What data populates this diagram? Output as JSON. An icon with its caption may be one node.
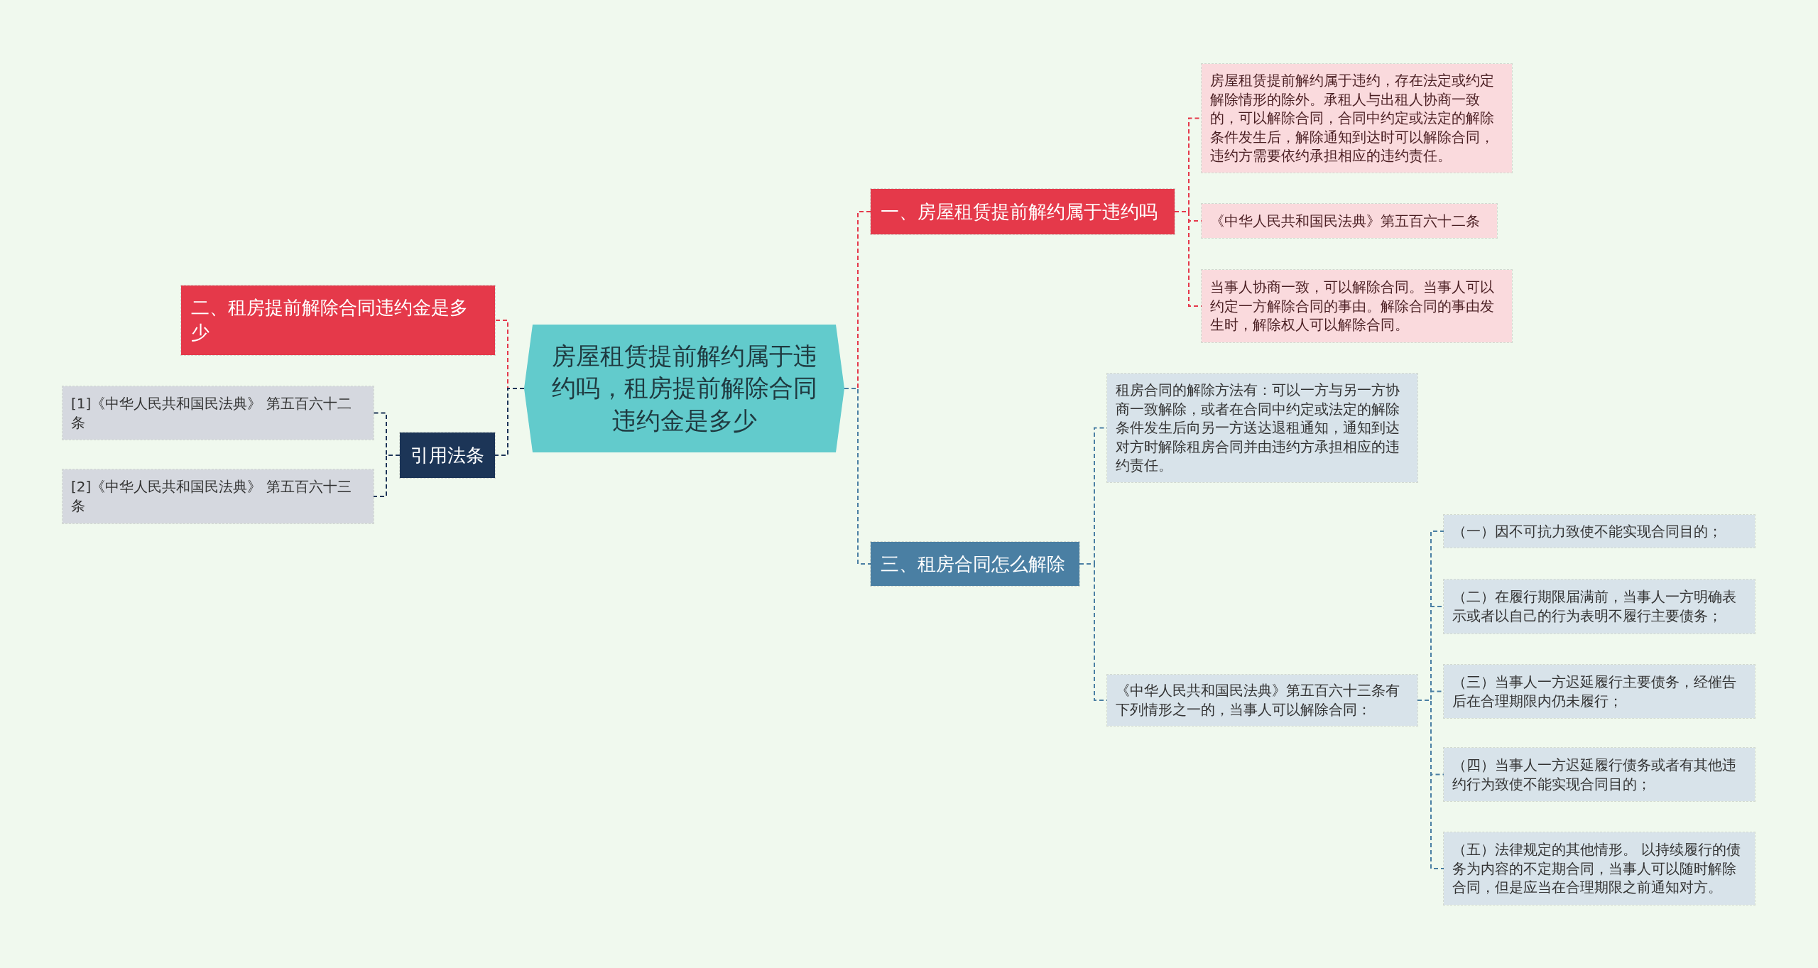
{
  "diagram": {
    "nodes": [
      {
        "text": [
          "房屋租赁提前解约属于违约吗，租房提前解除合同违约金是多少"
        ]
      },
      {
        "text": [
          "一、房屋租赁提前解约属于违约吗"
        ]
      },
      {
        "text": [
          "房屋租赁提前解约属于违约，存在法定或约定解除情形的除外。承租人与出租人协商一致的，可以解除合同，合同中约定或法定的解除条件发生后，解除通知到达时可以解除合同，违约方需要依约承担相应的违约责任。"
        ]
      },
      {
        "text": [
          "《中华人民共和国民法典》第五百六十二条"
        ]
      },
      {
        "text": [
          "当事人协商一致，可以解除合同。当事人可以约定一方解除合同的事由。解除合同的事由发生时，解除权人可以解除合同。"
        ]
      },
      {
        "text": [
          "二、租房提前解除合同违约金是多少"
        ]
      },
      {
        "text": [
          "引用法条"
        ]
      },
      {
        "text": [
          "[1]《中华人民共和国民法典》 第五百六十二条"
        ]
      },
      {
        "text": [
          "[2]《中华人民共和国民法典》 第五百六十三条"
        ]
      },
      {
        "text": [
          "三、租房合同怎么解除"
        ]
      },
      {
        "text": [
          "租房合同的解除方法有：可以一方与另一方协商一致解除，或者在合同中约定或法定的解除条件发生后向另一方送达退租通知，通知到达对方时解除租房合同并由违约方承担相应的违约责任。"
        ]
      },
      {
        "text": [
          "《中华人民共和国民法典》第五百六十三条有下列情形之一的，当事人可以解除合同："
        ]
      },
      {
        "text": [
          "（一）因不可抗力致使不能实现合同目的；"
        ]
      },
      {
        "text": [
          "（二）在履行期限届满前，当事人一方明确表示或者以自己的行为表明不履行主要债务；"
        ]
      },
      {
        "text": [
          "（三）当事人一方迟延履行主要债务，经催告后在合理期限内仍未履行；"
        ]
      },
      {
        "text": [
          "（四）当事人一方迟延履行债务或者有其他违约行为致使不能实现合同目的；"
        ]
      },
      {
        "text": [
          "（五）法律规定的其他情形。 以持续履行的债务为内容的不定期合同，当事人可以随时解除合同，但是应当在合理期限之前通知对方。"
        ]
      }
    ],
    "edges": [
      {
        "from": 0,
        "to": 1,
        "arrow": "none",
        "style": "dashed",
        "color": "#e5394a"
      },
      {
        "from": 1,
        "to": 2,
        "arrow": "none",
        "style": "dashed",
        "color": "#e5394a"
      },
      {
        "from": 1,
        "to": 3,
        "arrow": "none",
        "style": "dashed",
        "color": "#e5394a"
      },
      {
        "from": 1,
        "to": 4,
        "arrow": "none",
        "style": "dashed",
        "color": "#e5394a"
      },
      {
        "from": 0,
        "to": 5,
        "arrow": "none",
        "style": "dashed",
        "color": "#e5394a"
      },
      {
        "from": 0,
        "to": 6,
        "arrow": "none",
        "style": "dashed",
        "color": "#1c3557"
      },
      {
        "from": 6,
        "to": 7,
        "arrow": "none",
        "style": "dashed",
        "color": "#1c3557"
      },
      {
        "from": 6,
        "to": 8,
        "arrow": "none",
        "style": "dashed",
        "color": "#1c3557"
      },
      {
        "from": 0,
        "to": 9,
        "arrow": "none",
        "style": "dashed"
      },
      {
        "from": 9,
        "to": 10,
        "arrow": "none",
        "style": "dashed"
      },
      {
        "from": 9,
        "to": 11,
        "arrow": "none",
        "style": "dashed"
      },
      {
        "from": 11,
        "to": 12,
        "arrow": "none",
        "style": "dashed"
      },
      {
        "from": 11,
        "to": 13,
        "arrow": "none",
        "style": "dashed"
      },
      {
        "from": 11,
        "to": 14,
        "arrow": "none",
        "style": "dashed"
      },
      {
        "from": 11,
        "to": 15,
        "arrow": "none",
        "style": "dashed"
      },
      {
        "from": 11,
        "to": 16,
        "arrow": "none",
        "style": "dashed"
      }
    ]
  }
}
